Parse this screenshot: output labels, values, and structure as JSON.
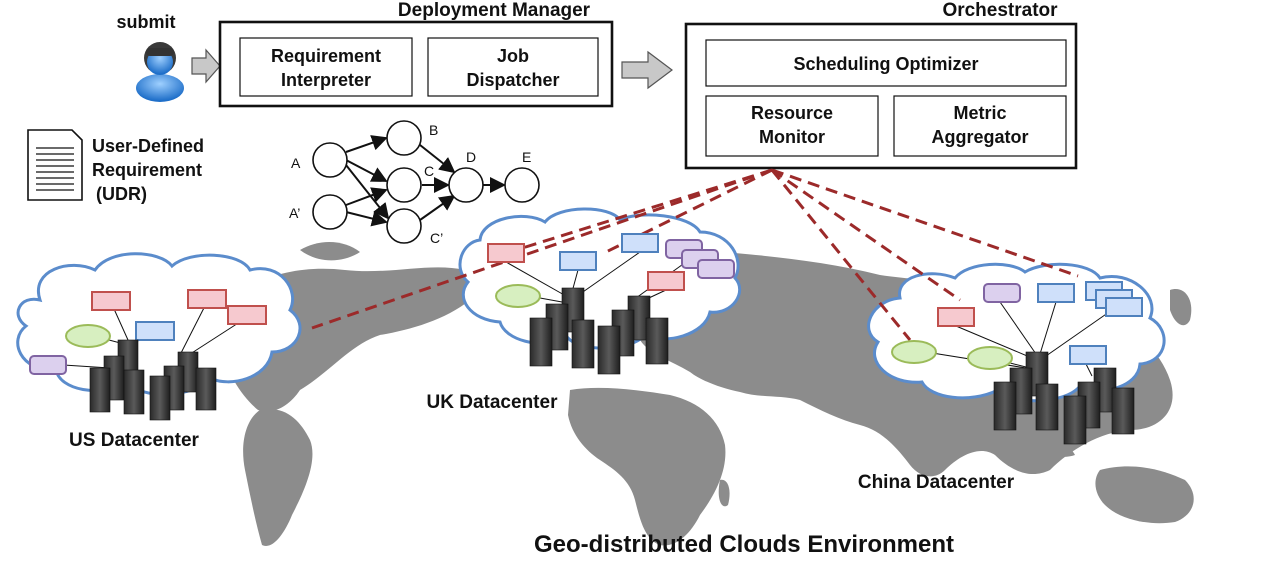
{
  "user": {
    "label": "submit"
  },
  "udr": {
    "line1": "User-Defined",
    "line2": "Requirement",
    "line3": "(UDR)"
  },
  "deployment_manager": {
    "title": "Deployment Manager",
    "requirement_interpreter": {
      "line1": "Requirement",
      "line2": "Interpreter"
    },
    "job_dispatcher": {
      "line1": "Job",
      "line2": "Dispatcher"
    }
  },
  "orchestrator": {
    "title": "Orchestrator",
    "scheduling_optimizer": "Scheduling Optimizer",
    "resource_monitor": {
      "line1": "Resource",
      "line2": "Monitor"
    },
    "metric_aggregator": {
      "line1": "Metric",
      "line2": "Aggregator"
    }
  },
  "dag": {
    "nodes": [
      "A",
      "A’",
      "B",
      "C",
      "C’",
      "D",
      "E"
    ]
  },
  "datacenters": {
    "us": "US Datacenter",
    "uk": "UK Datacenter",
    "china": "China Datacenter"
  },
  "footer": {
    "title": "Geo-distributed Clouds Environment"
  },
  "colors": {
    "vm_red_fill": "#f6c9cf",
    "vm_red_stroke": "#c0504d",
    "vm_blue_fill": "#cfe0fa",
    "vm_blue_stroke": "#4f81bd",
    "vm_purple_fill": "#dcd0ee",
    "vm_purple_stroke": "#8064a2",
    "vm_green_fill": "#d7efc0",
    "vm_green_stroke": "#9bbb59",
    "cloud_stroke": "#5b8ccc",
    "link_dash": "#9c2a2a",
    "map_gray": "#8a8a8a"
  }
}
